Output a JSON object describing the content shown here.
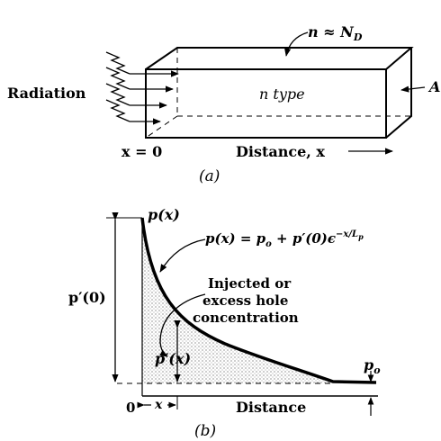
{
  "figure_a": {
    "top_label": "n ≈ N",
    "top_label_sub": "D",
    "body_label": "n type",
    "side_label": "A",
    "source_label": "Radiation",
    "origin_label": "x = 0",
    "distance_label": "Distance, x",
    "caption": "(a)"
  },
  "figure_b": {
    "peak_label": "p(x)",
    "equation_lhs": "p(x) = p",
    "equation_sub_o": "o",
    "equation_mid": " + p′(0)ϵ",
    "equation_exp": "−x/L",
    "equation_exp_sub": "p",
    "injected_line1": "Injected or",
    "injected_line2": "excess hole",
    "injected_line3": "concentration",
    "vertical_span_label": "p′(0)",
    "excess_label": "p′(x)",
    "equilibrium_label": "p",
    "equilibrium_sub": "o",
    "origin_label": "0",
    "x_marker_label": "x",
    "axis_label": "Distance",
    "caption": "(b)"
  }
}
